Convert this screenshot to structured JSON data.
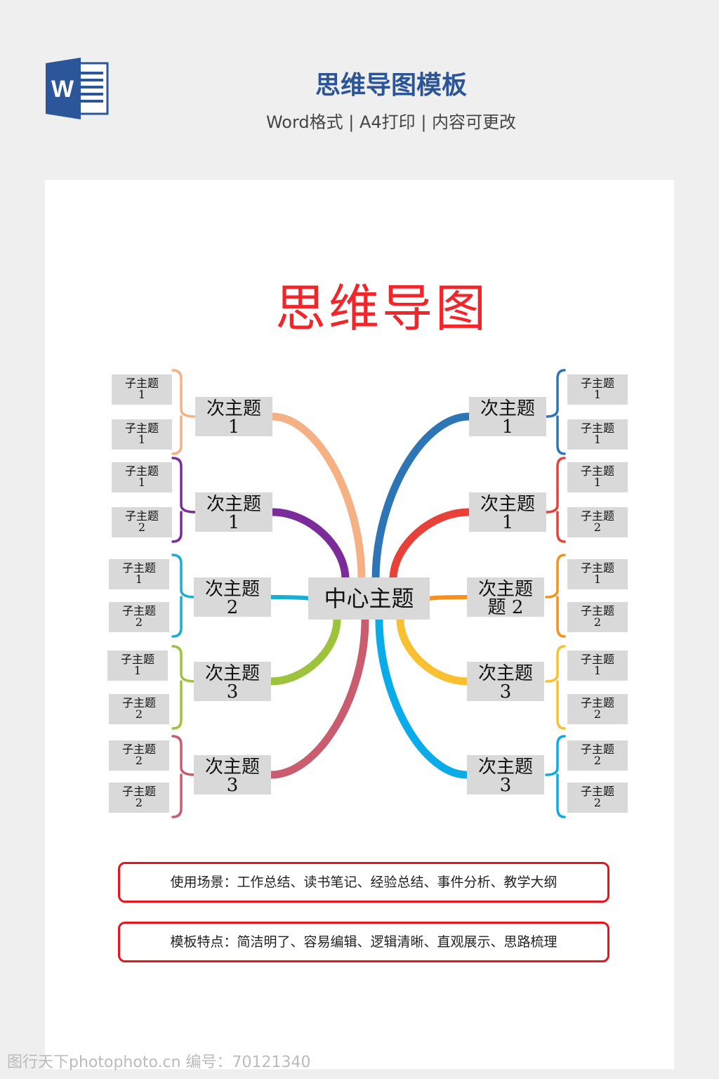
{
  "header": {
    "title": "思维导图模板",
    "subtitle": "Word格式 | A4打印 | 内容可更改",
    "icon": "word-doc-icon",
    "icon_letter": "W"
  },
  "map": {
    "title": "思维导图",
    "center": "中心主题",
    "left": [
      {
        "label": "次主题",
        "num": "1",
        "color": "#f5b183",
        "children": [
          [
            "子主题",
            "1"
          ],
          [
            "子主题",
            "1"
          ]
        ]
      },
      {
        "label": "次主题",
        "num": "1",
        "color": "#7b2c9a",
        "children": [
          [
            "子主题",
            "1"
          ],
          [
            "子主题",
            "2"
          ]
        ]
      },
      {
        "label": "次主题",
        "num": "2",
        "color": "#1aafd0",
        "children": [
          [
            "子主题",
            "1"
          ],
          [
            "子主题",
            "2"
          ]
        ]
      },
      {
        "label": "次主题",
        "num": "3",
        "color": "#9dc33c",
        "children": [
          [
            "子主题",
            "1"
          ],
          [
            "子主题",
            "2"
          ]
        ]
      },
      {
        "label": "次主题",
        "num": "3",
        "color": "#c95c6e",
        "children": [
          [
            "子主题",
            "2"
          ],
          [
            "子主题",
            "2"
          ]
        ]
      }
    ],
    "right": [
      {
        "label": "次主题",
        "num": "1",
        "color": "#2e75b6",
        "children": [
          [
            "子主题",
            "1"
          ],
          [
            "子主题",
            "1"
          ]
        ]
      },
      {
        "label": "次主题",
        "num": "1",
        "color": "#e8413a",
        "children": [
          [
            "子主题",
            "1"
          ],
          [
            "子主题",
            "2"
          ]
        ]
      },
      {
        "label": "次主题",
        "num": "题 2",
        "color": "#f5901e",
        "children": [
          [
            "子主题",
            "1"
          ],
          [
            "子主题",
            "2"
          ]
        ]
      },
      {
        "label": "次主题",
        "num": "3",
        "color": "#f9c131",
        "children": [
          [
            "子主题",
            "1"
          ],
          [
            "子主题",
            "2"
          ]
        ]
      },
      {
        "label": "次主题",
        "num": "3",
        "color": "#0aabe9",
        "children": [
          [
            "子主题",
            "2"
          ],
          [
            "子主题",
            "2"
          ]
        ]
      }
    ]
  },
  "notes": [
    "使用场景：工作总结、读书笔记、经验总结、事件分析、教学大纲",
    "模板特点：简洁明了、容易编辑、逻辑清晰、直观展示、思路梳理"
  ],
  "watermark": "图行天下photophoto.cn 编号：70121340"
}
